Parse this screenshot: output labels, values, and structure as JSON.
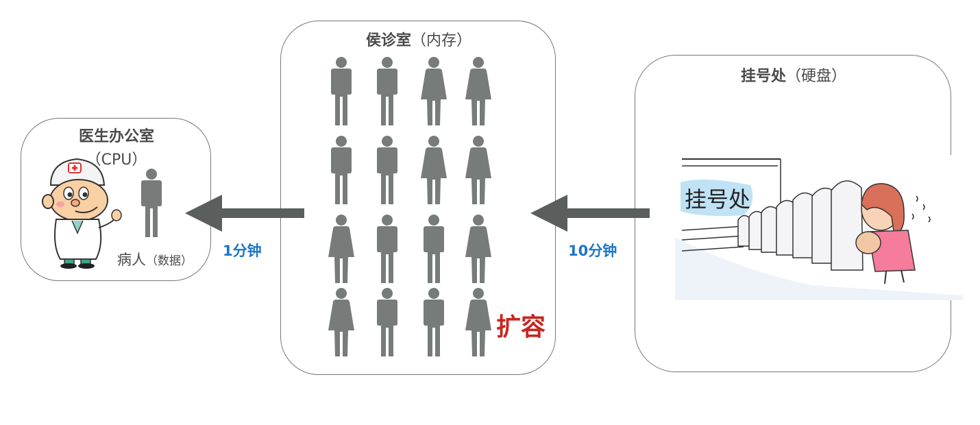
{
  "cpu_box": {
    "title": "医生办公室",
    "subtitle": "（CPU）",
    "patient_label": "病人",
    "patient_sub": "（数据）"
  },
  "memory_box": {
    "title": "侯诊室",
    "title_paren": "（内存）",
    "expand_label": "扩容",
    "grid": [
      [
        "male",
        "male",
        "female",
        "female"
      ],
      [
        "male",
        "male",
        "female",
        "female"
      ],
      [
        "female",
        "male",
        "male",
        "female"
      ],
      [
        "female",
        "male",
        "male",
        "female"
      ]
    ]
  },
  "disk_box": {
    "title": "挂号处",
    "title_paren": "（硬盘）",
    "sign_text": "挂号处"
  },
  "arrows": {
    "memory_to_cpu": "1分钟",
    "disk_to_memory": "10分钟"
  },
  "colors": {
    "figure": "#777b7a",
    "arrow": "#5a5e5d",
    "time_label": "#1c76c6",
    "expand": "#c8261f"
  },
  "icons": [
    "doctor-illustration",
    "person-icon",
    "queue-illustration"
  ]
}
